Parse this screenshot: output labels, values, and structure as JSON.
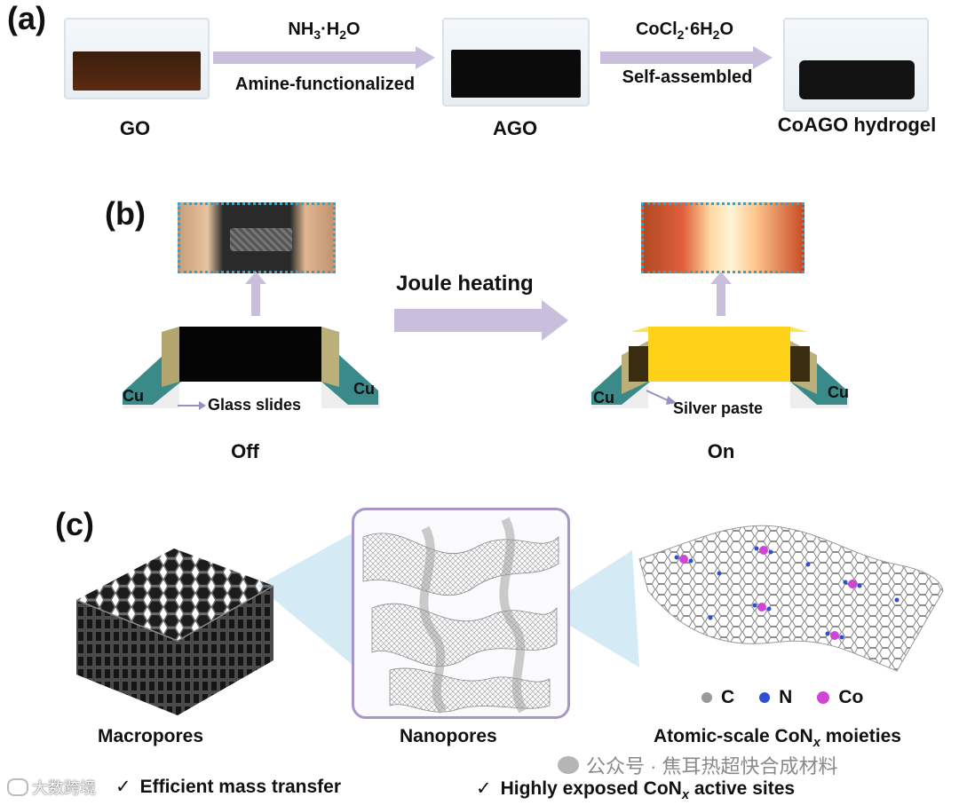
{
  "panel_a": {
    "label": "(a)",
    "samples": [
      "GO",
      "AGO",
      "CoAGO hydrogel"
    ],
    "step1": {
      "reagent_main": "NH",
      "reagent_sub": "3",
      "reagent_mid": "·H",
      "reagent_sub2": "2",
      "reagent_end": "O",
      "process": "Amine-functionalized"
    },
    "step2": {
      "reagent_main": "CoCl",
      "reagent_sub": "2",
      "reagent_mid": "·6H",
      "reagent_sub2": "2",
      "reagent_end": "O",
      "process": "Self-assembled"
    }
  },
  "panel_b": {
    "label": "(b)",
    "arrow_label": "Joule heating",
    "left": {
      "state": "Off",
      "cu_left": "Cu",
      "cu_right": "Cu",
      "callout": "Glass slides"
    },
    "right": {
      "state": "On",
      "cu_left": "Cu",
      "cu_right": "Cu",
      "callout": "Silver paste"
    }
  },
  "panel_c": {
    "label": "(c)",
    "captions": {
      "macro": "Macropores",
      "nano": "Nanopores",
      "atomic_prefix": "Atomic-scale CoN",
      "atomic_sub": "x",
      "atomic_suffix": " moieties"
    },
    "legend": [
      {
        "symbol": "C",
        "color": "#9a9a9a"
      },
      {
        "symbol": "N",
        "color": "#2f4fd0"
      },
      {
        "symbol": "Co",
        "color": "#d044d6"
      }
    ],
    "bullets": {
      "first": {
        "check": "✓",
        "text": "Efficient mass transfer"
      },
      "second": {
        "check": "✓",
        "prefix": "Highly exposed CoN",
        "sub": "x",
        "suffix": " active sites"
      }
    }
  },
  "watermarks": {
    "left": "大数跨境",
    "right": "公众号 · 焦耳热超快合成材料"
  },
  "colors": {
    "arrow": "#c9bfdc",
    "cu_teal": "#3a8a8a",
    "silver_olive": "#bcb07a",
    "yellow": "#ffd21a",
    "photo_border": "#2aa6d6"
  }
}
